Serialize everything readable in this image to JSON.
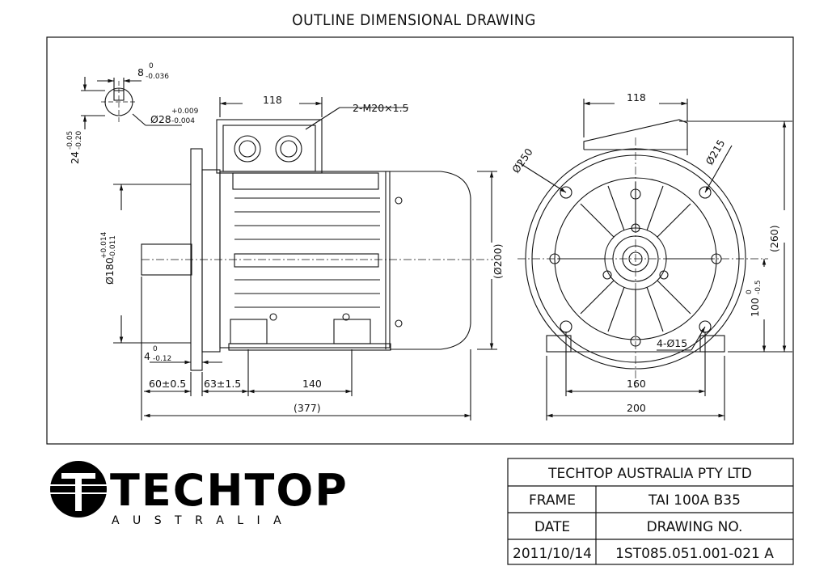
{
  "title": "OUTLINE DIMENSIONAL DRAWING",
  "dimensions": {
    "key_width": "8",
    "key_width_tol_upper": "0",
    "key_width_tol_lower": "-0.036",
    "shaft_dia": "Ø28",
    "shaft_dia_tol_upper": "+0.009",
    "shaft_dia_tol_lower": "-0.004",
    "key_height": "24",
    "key_height_tol_upper": "-0.05",
    "key_height_tol_lower": "-0.20",
    "terminal_box_width_side": "118",
    "cable_glands": "2-M20×1.5",
    "flange_spigot": "Ø180",
    "flange_spigot_tol_upper": "+0.014",
    "flange_spigot_tol_lower": "-0.011",
    "body_dia": "(Ø200)",
    "spigot_depth": "4",
    "spigot_depth_tol_upper": "0",
    "spigot_depth_tol_lower": "-0.12",
    "shaft_length": "60±0.5",
    "foot_offset": "63±1.5",
    "foot_hole_spacing": "140",
    "overall_length": "(377)",
    "terminal_box_width_front": "118",
    "flange_pcd": "Ø250",
    "flange_hole_circle": "Ø215",
    "overall_height": "(260)",
    "shaft_height": "100",
    "shaft_height_tol_upper": "0",
    "shaft_height_tol_lower": "-0.5",
    "foot_holes": "4-Ø15",
    "foot_hole_spacing_front": "160",
    "foot_width": "200"
  },
  "logo": {
    "name": "TECHTOP",
    "sub": "A U S T R A L I A"
  },
  "title_block": {
    "company": "TECHTOP AUSTRALIA PTY LTD",
    "frame_label": "FRAME",
    "frame_value": "TAI 100A B35",
    "date_label": "DATE",
    "drawing_no_label": "DRAWING NO.",
    "date_value": "2011/10/14",
    "drawing_no_value": "1ST085.051.001-021 A"
  }
}
